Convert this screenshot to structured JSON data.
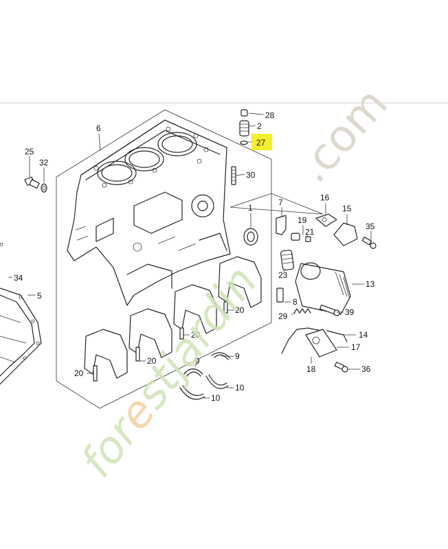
{
  "colors": {
    "background": "#ffffff",
    "line": "#222222",
    "highlight": "#f3ef2c",
    "watermark_green": "#cfe3b6",
    "watermark_orange": "#f4cfa4",
    "watermark_gray": "#d9d2c6"
  },
  "callouts": [
    {
      "id": "c28",
      "label": "28"
    },
    {
      "id": "c2",
      "label": "2"
    },
    {
      "id": "c27",
      "label": "27",
      "highlighted": true
    },
    {
      "id": "c6",
      "label": "6"
    },
    {
      "id": "c30",
      "label": "30"
    },
    {
      "id": "c25",
      "label": "25"
    },
    {
      "id": "c32",
      "label": "32"
    },
    {
      "id": "c1",
      "label": "1"
    },
    {
      "id": "c7",
      "label": "7"
    },
    {
      "id": "c16",
      "label": "16"
    },
    {
      "id": "c15",
      "label": "15"
    },
    {
      "id": "c19",
      "label": "19"
    },
    {
      "id": "c21",
      "label": "21"
    },
    {
      "id": "c35",
      "label": "35"
    },
    {
      "id": "c23",
      "label": "23"
    },
    {
      "id": "c13",
      "label": "13"
    },
    {
      "id": "c34",
      "label": "34"
    },
    {
      "id": "c5",
      "label": "5"
    },
    {
      "id": "c8",
      "label": "8"
    },
    {
      "id": "c39",
      "label": "39"
    },
    {
      "id": "c29",
      "label": "29"
    },
    {
      "id": "c20a",
      "label": "20"
    },
    {
      "id": "c20b",
      "label": "20"
    },
    {
      "id": "c20c",
      "label": "20"
    },
    {
      "id": "c20d",
      "label": "20"
    },
    {
      "id": "c14",
      "label": "14"
    },
    {
      "id": "c17",
      "label": "17"
    },
    {
      "id": "c9a",
      "label": "9"
    },
    {
      "id": "c9b",
      "label": "9"
    },
    {
      "id": "c18",
      "label": "18"
    },
    {
      "id": "c36",
      "label": "36"
    },
    {
      "id": "c10a",
      "label": "10"
    },
    {
      "id": "c10b",
      "label": "10"
    }
  ],
  "watermark": {
    "text_before": "for",
    "text_accent": "e",
    "text_after": "stjardin",
    "domain": ".com"
  }
}
